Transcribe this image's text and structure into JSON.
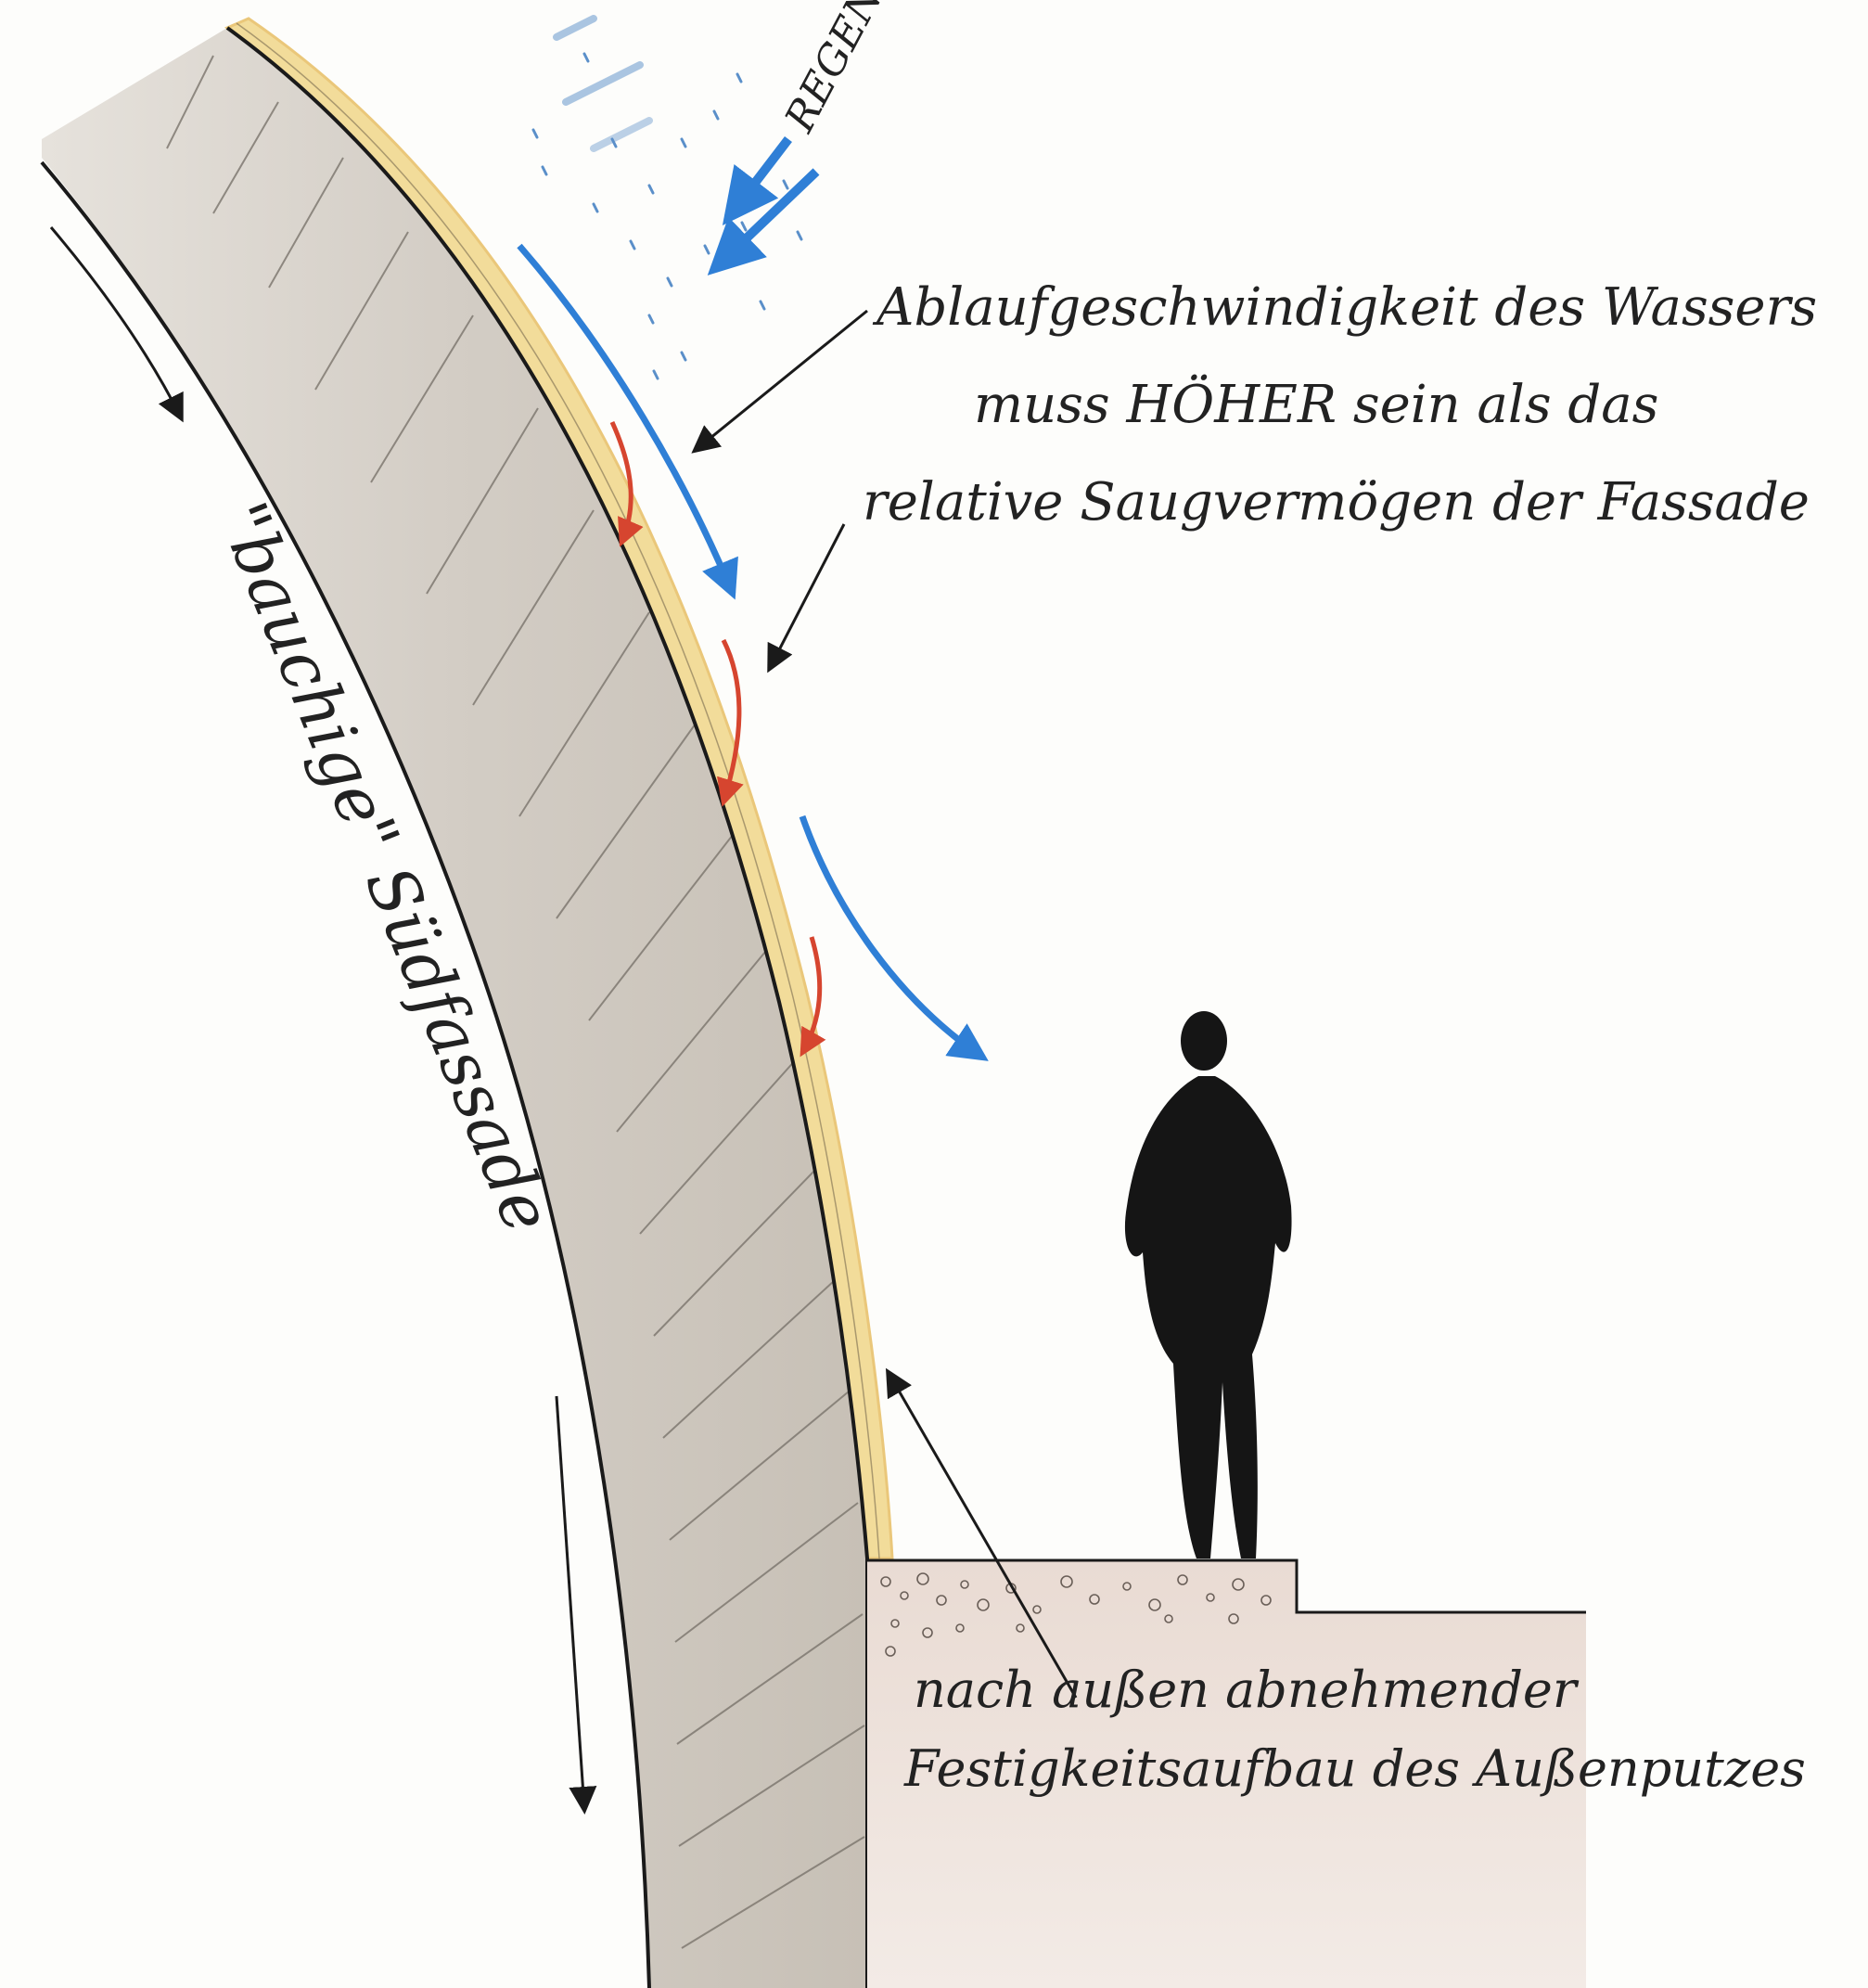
{
  "labels": {
    "rain": "REGEN",
    "runoff_line1": "Ablaufgeschwindigkeit des Wassers",
    "runoff_line2": "muss HÖHER sein als das",
    "runoff_line3": "relative Saugvermögen der Fassade",
    "facade": "\"bauchige\" Südfassade",
    "plaster_line1": "nach außen abnehmender",
    "plaster_line2": "Festigkeitsaufbau des Außenputzes"
  },
  "colors": {
    "wall": "#d8d3cc",
    "wall_dark": "#c9c2b8",
    "plaster": "#f2dc9a",
    "plaster_edge": "#eac77a",
    "water_arrow": "#2f7fd6",
    "red_arrow": "#d6452f",
    "ink": "#1a1a1a",
    "ground": "#e6d7cf",
    "figure": "#151515",
    "rain": "#5a8fc9"
  },
  "icons": {
    "person": "person-silhouette-icon",
    "rain": "rain-drops-icon"
  }
}
